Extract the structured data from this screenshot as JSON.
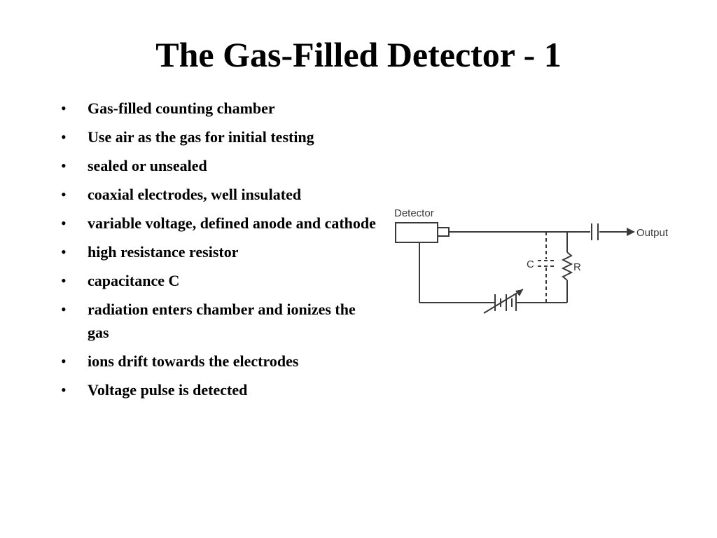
{
  "slide": {
    "title": "The Gas-Filled Detector - 1",
    "bullet_marker": "•",
    "bullets": [
      "Gas-filled counting chamber",
      "Use air as the gas for initial testing",
      "sealed or unsealed",
      "coaxial electrodes, well insulated",
      "variable voltage, defined anode and cathode",
      "high resistance resistor",
      "capacitance C",
      "radiation enters chamber and ionizes the gas",
      "ions drift towards the electrodes",
      "Voltage pulse is detected"
    ]
  },
  "diagram": {
    "labels": {
      "detector": "Detector",
      "output": "Output",
      "capacitor": "C",
      "resistor": "R"
    },
    "line_color": "#3a3a3a"
  }
}
